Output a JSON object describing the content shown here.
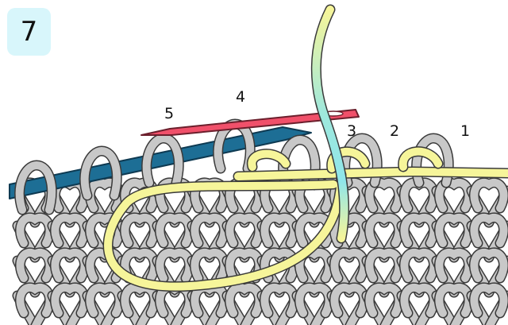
{
  "step_number": "7",
  "stitch_labels": [
    "1",
    "2",
    "3",
    "4",
    "5"
  ],
  "colors": {
    "background": "#ffffff",
    "badge_background": "#d8f6fb",
    "knit_stitch_fill": "#c8c8c8",
    "knit_stitch_outline": "#3a3a3a",
    "working_yarn": "#f6f59a",
    "yarn_gradient_end": "#8fe6ea",
    "knitting_needle": "#1d6e95",
    "tapestry_needle": "#f0506a"
  },
  "icons": {
    "knitting_needle": "knitting-needle-icon",
    "tapestry_needle": "tapestry-needle-icon"
  }
}
